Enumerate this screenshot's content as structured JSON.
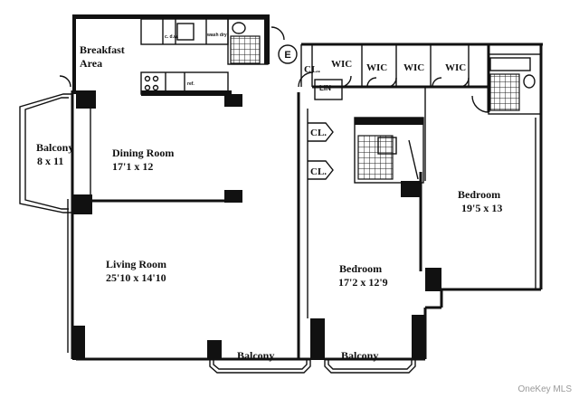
{
  "rooms": {
    "breakfast_area": {
      "label_1": "Breakfast",
      "label_2": "Area"
    },
    "dining_room": {
      "name": "Dining Room",
      "dims": "17'1 x 12"
    },
    "living_room": {
      "name": "Living Room",
      "dims": "25'10 x 14'10"
    },
    "balcony_side": {
      "name": "Balcony",
      "dims": "8 x 11"
    },
    "balcony_bottom_left": {
      "name": "Balcony"
    },
    "balcony_bottom_right": {
      "name": "Balcony"
    },
    "bedroom_center": {
      "name": "Bedroom",
      "dims": "17'2 x 12'9"
    },
    "bedroom_right": {
      "name": "Bedroom",
      "dims": "19'5 x 13"
    }
  },
  "closets": {
    "cl_hall": "CL.",
    "wic_1": "WIC",
    "wic_2": "WIC",
    "wic_3": "WIC",
    "wic_4": "WIC",
    "lin": "LIN",
    "cl_upper": "CL.",
    "cl_lower": "CL."
  },
  "entry_marker": "E",
  "appliances": {
    "cdw": "c. d.w.",
    "wash_dry": "wash dry",
    "ref": "ref."
  },
  "watermark": "OneKey MLS"
}
